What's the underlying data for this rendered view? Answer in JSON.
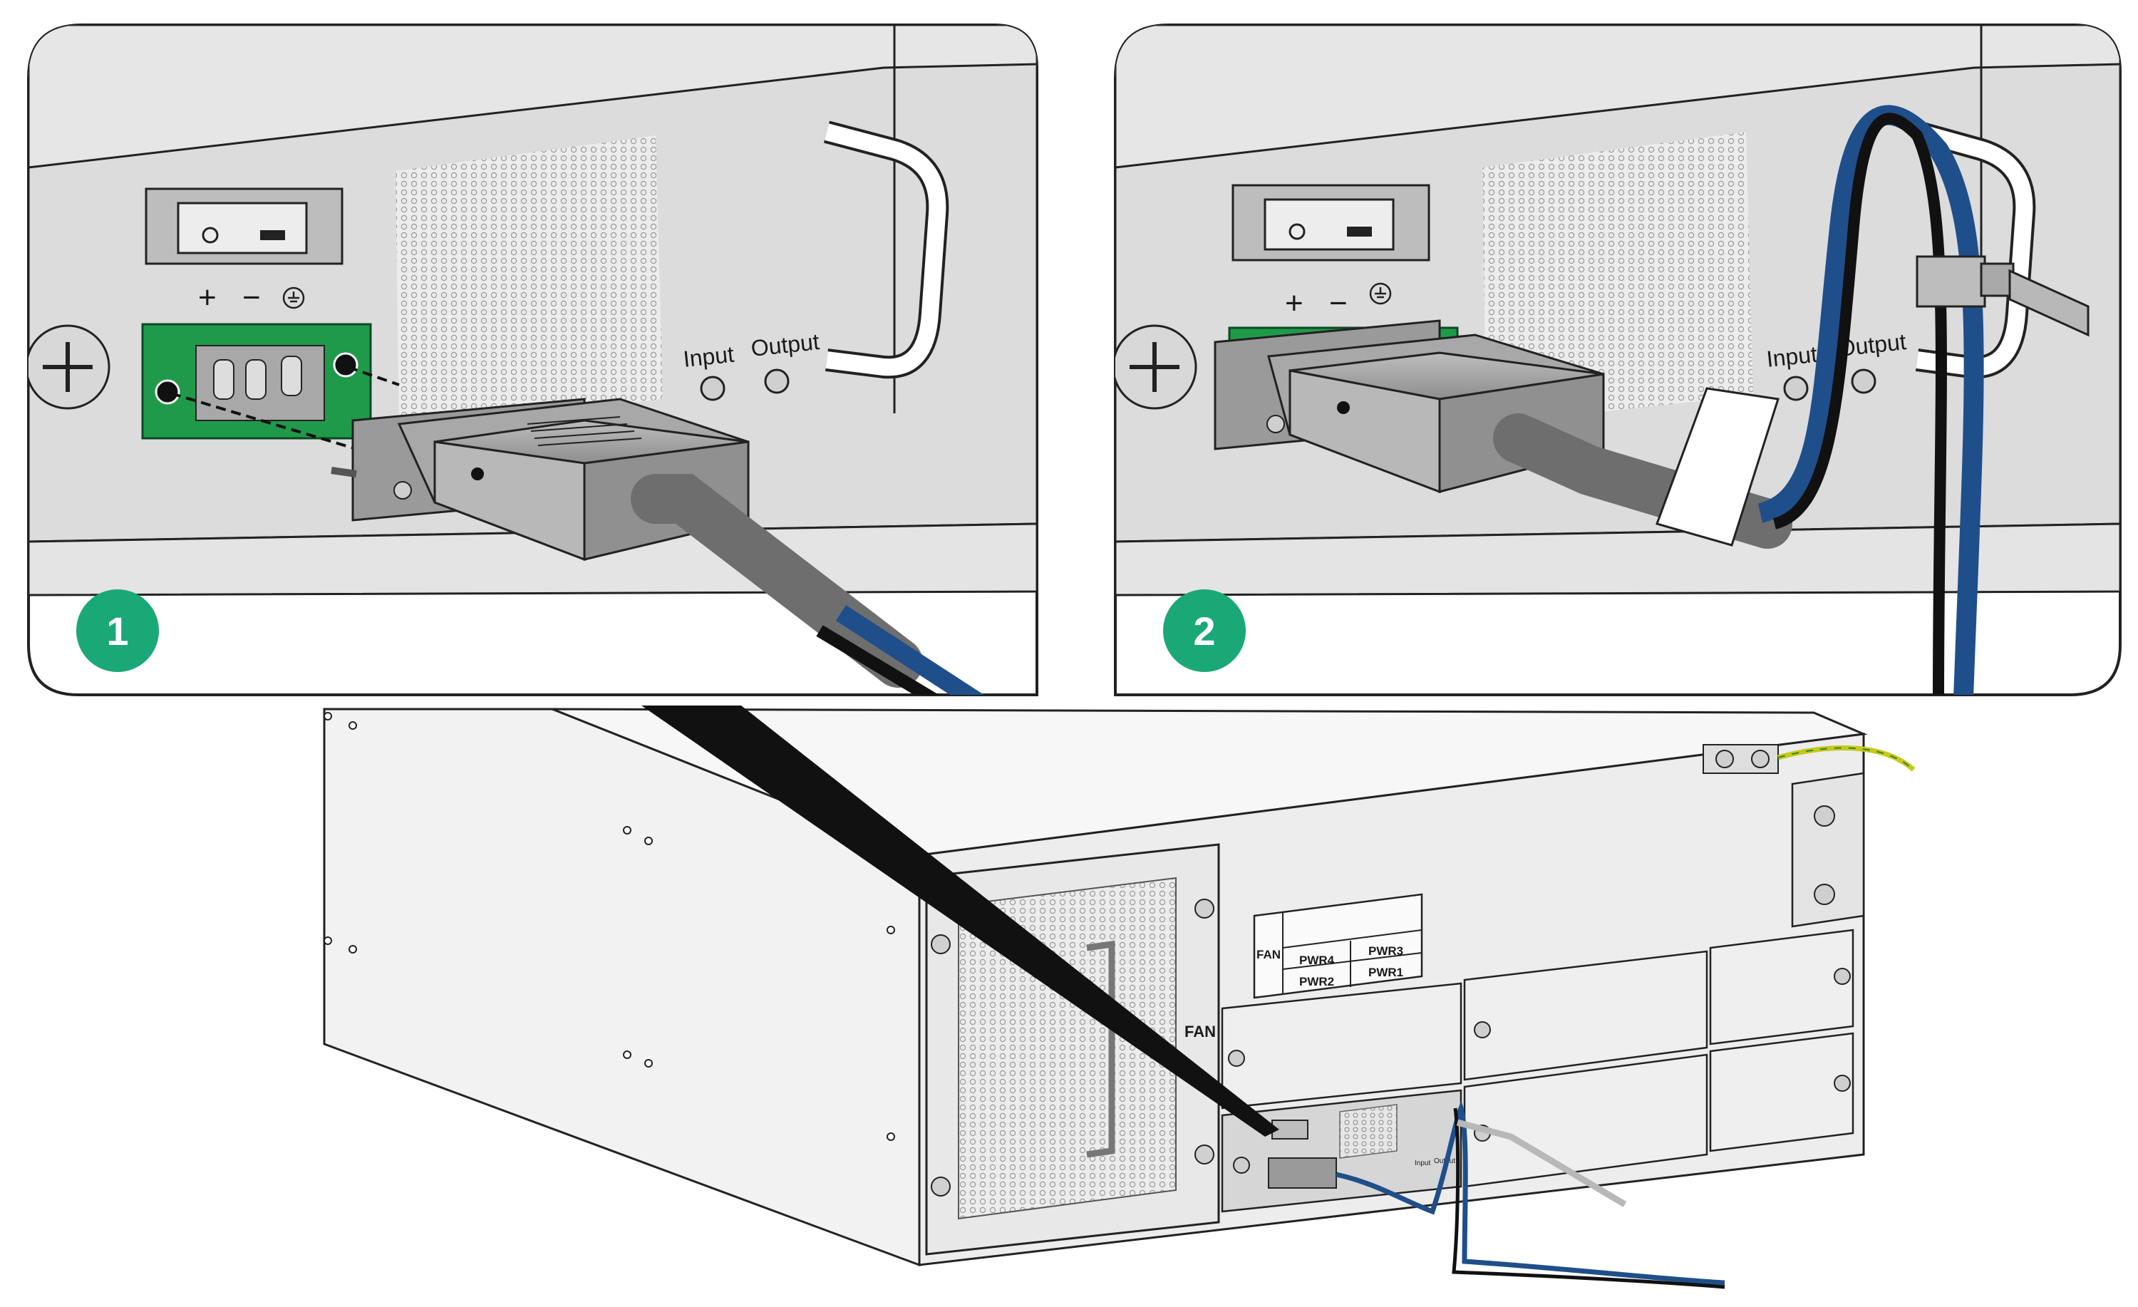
{
  "colors": {
    "step_badge": "#1aa877",
    "terminal_green": "#1f9a4a",
    "cable_blue": "#1f4f8a",
    "cable_black": "#111111",
    "panel_gray": "#dcdcdc",
    "chassis_light": "#ececec",
    "ground_wire": "#c8c81a"
  },
  "panel1": {
    "step": "1",
    "polarity_plus": "+",
    "polarity_minus": "−",
    "ground_icon": "ground-symbol-icon",
    "led_input": "Input",
    "led_output": "Output"
  },
  "panel2": {
    "step": "2",
    "polarity_plus": "+",
    "polarity_minus": "−",
    "ground_icon": "ground-symbol-icon",
    "led_input": "Input",
    "led_output": "Output"
  },
  "chassis": {
    "fan_label_left": "FAN",
    "slot_labels": {
      "fan": "FAN",
      "pwr4": "PWR4",
      "pwr3": "PWR3",
      "pwr2": "PWR2",
      "pwr1": "PWR1"
    },
    "fan_tray_label": "FAN",
    "psu_led_input": "Input",
    "psu_led_output": "Output"
  }
}
